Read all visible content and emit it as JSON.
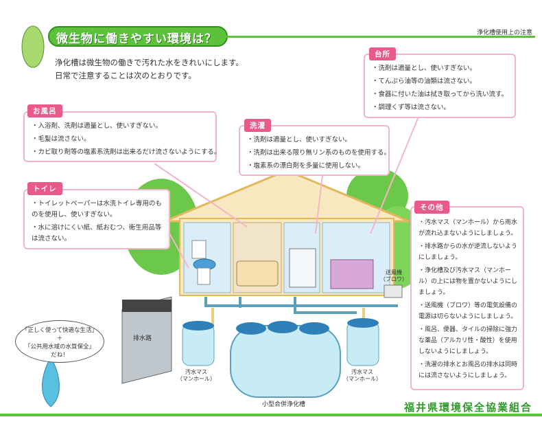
{
  "title": "微生物に働きやすい環境は？",
  "header_right": "浄化槽使用上の注意",
  "intro": [
    "浄化槽は微生物の働きで汚れた水をきれいにします。",
    "日常で注意することは次のとおりです。"
  ],
  "boxes": {
    "bath": {
      "label": "お風呂",
      "items": [
        "・入浴剤、洗剤は適量とし、使いすぎない。",
        "・毛髪は流さない。",
        "・カビ取り剤等の塩素系洗剤は出来るだけ流さないようにする。"
      ]
    },
    "laundry": {
      "label": "洗濯",
      "items": [
        "・洗剤は適量とし、使いすぎない。",
        "・洗剤は出来る限り無リン系のものを使用する。",
        "・塩素系の漂白剤を多量に使用しない。"
      ]
    },
    "kitchen": {
      "label": "台所",
      "items": [
        "・洗剤は適量とし、使いすぎない。",
        "・てんぷら油等の油類は流さない。",
        "・食器に付いた油は拭き取ってから洗い流す。",
        "・調理くず等は流さない。"
      ]
    },
    "toilet": {
      "label": "トイレ",
      "items": [
        "・トイレットペーパーは水洗トイレ専用のものを使用し、使いすぎない。",
        "・水に溶けにくい紙、紙おむつ、衛生用品等は流さない。"
      ]
    },
    "other": {
      "label": "その他",
      "items": [
        "・汚水マス（マンホール）から雨水が流れ込まないようにしましょう。",
        "・排水路からの水が逆流しないようにしましょう。",
        "・浄化槽及び汚水マス（マンホール）の上には物を置かないようにしましょう。",
        "・送風機（ブロワ）等の電気設備の電源は切らないようにしましょう。",
        "・風呂、便器、タイルの掃除に強力な薬品（アルカリ性・酸性）を使用しないようにしましょう。",
        "・洗濯の排水とお風呂の排水は同時には流さないようにしましょう。"
      ]
    }
  },
  "labels": {
    "blower": [
      "送風機",
      "（ブロワ）"
    ],
    "drain": "排水路",
    "manhole_left": [
      "汚水マス",
      "（マンホール）"
    ],
    "manhole_right": [
      "汚水マス",
      "（マンホール）"
    ],
    "tank": "小型合併浄化槽"
  },
  "speech": [
    "「正しく使って快適な生活」",
    "＋",
    "「公共用水域の水質保全」",
    "だね！"
  ],
  "footer": "福井県環境保全協業組合",
  "colors": {
    "green": "#5cc23c",
    "pink": "#e85a8a",
    "pink_border": "#f3b6c8",
    "house": "#f8e8c0",
    "tank": "#c7ecf5"
  }
}
